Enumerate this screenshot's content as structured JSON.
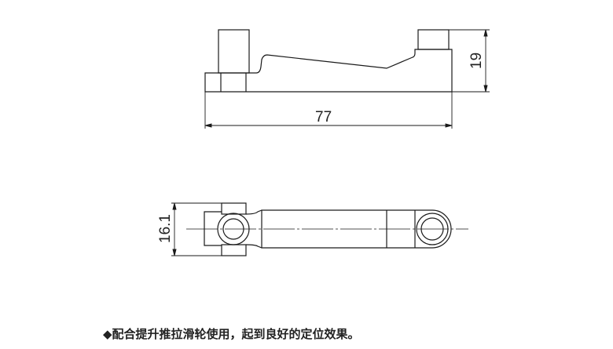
{
  "dimensions": {
    "length": "77",
    "height": "19",
    "width": "16.1"
  },
  "caption": "◆配合提升推拉滑轮使用，起到良好的定位效果。",
  "colors": {
    "line": "#1a1a1a",
    "background": "#ffffff"
  }
}
